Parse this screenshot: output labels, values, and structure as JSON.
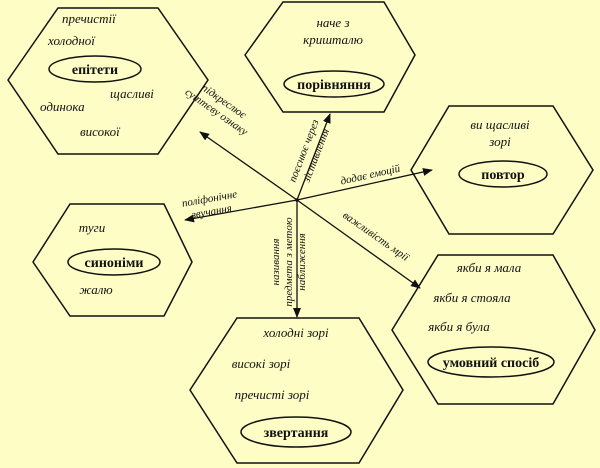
{
  "colors": {
    "background": "#fdfdc5",
    "stroke": "#111111"
  },
  "center": "hub",
  "nodes": [
    {
      "id": "epithets",
      "label": "епітети",
      "items": [
        "пречистії",
        "холодної",
        "щасливі",
        "одинока",
        "високої"
      ]
    },
    {
      "id": "comparison",
      "label": "порівняння",
      "items": [
        "наче з",
        "кришталю"
      ]
    },
    {
      "id": "repetition",
      "label": "повтор",
      "items": [
        "ви щасливі",
        "зорі"
      ]
    },
    {
      "id": "synonyms",
      "label": "синоніми",
      "items": [
        "туги",
        "жалю"
      ]
    },
    {
      "id": "address",
      "label": "звертання",
      "items": [
        "холодні зорі",
        "високі зорі",
        "пречисті зорі"
      ]
    },
    {
      "id": "conditional",
      "label": "умовний спосіб",
      "items": [
        "якби я мала",
        "якби я стояла",
        "якби я була"
      ]
    }
  ],
  "edges": [
    {
      "to": "epithets",
      "lines": [
        "підкреслює",
        "суттєву ознаку"
      ]
    },
    {
      "to": "comparison",
      "lines": [
        "поєснює через",
        "зіставлення"
      ]
    },
    {
      "to": "repetition",
      "lines": [
        "додає емоцій"
      ]
    },
    {
      "to": "synonyms",
      "lines": [
        "поліфонічне",
        "звучання"
      ]
    },
    {
      "to": "address",
      "lines": [
        "називання",
        "предмета з метою",
        "наближення"
      ]
    },
    {
      "to": "conditional",
      "lines": [
        "важливість мрії"
      ]
    }
  ]
}
